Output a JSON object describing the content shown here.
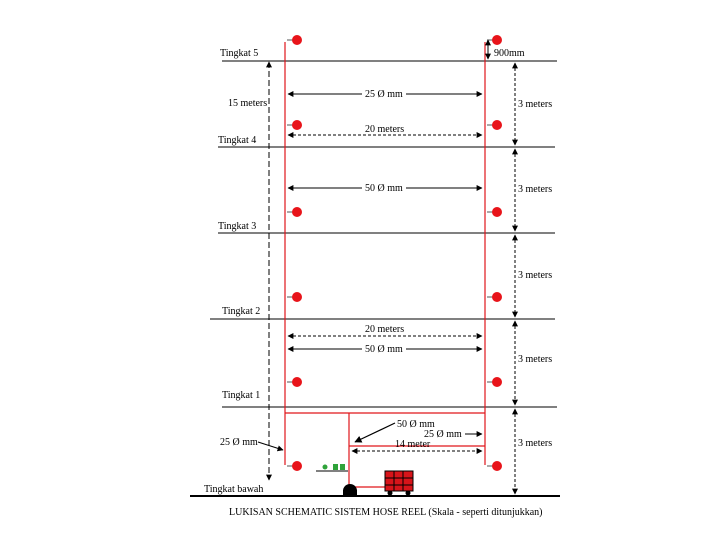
{
  "floors": [
    "Tingkat 5",
    "Tingkat 4",
    "Tingkat 3",
    "Tingkat 2",
    "Tingkat 1",
    "Tingkat bawah"
  ],
  "dimensions": {
    "top_offset": "900mm",
    "floor_height": "3 meters",
    "height_total": "15 meters",
    "pipe_25_upper": "25 Ø mm",
    "span_upper": "20 meters",
    "pipe_50_mid": "50 Ø mm",
    "span_lower": "20 meters",
    "pipe_50_lower": "50 Ø mm",
    "pipe_50_base": "50 Ø mm",
    "pipe_25_base": "25 Ø mm",
    "span_base": "14 meter",
    "pipe_25_left": "25 Ø mm",
    "floor_height_ground": "3  meters"
  },
  "caption": "LUKISAN SCHEMATIC SISTEM HOSE REEL (Skala - seperti ditunjukkan)",
  "colors": {
    "pipe": "#e0161b",
    "reel": "#e8141a",
    "pump_set": "#d8141a",
    "tank": "#2fa33a",
    "line": "#000000"
  },
  "icons": {
    "hose_reel": "hose-reel-icon",
    "pump": "pump-icon",
    "tank": "water-tank-icon",
    "pump_set": "pump-set-icon"
  }
}
